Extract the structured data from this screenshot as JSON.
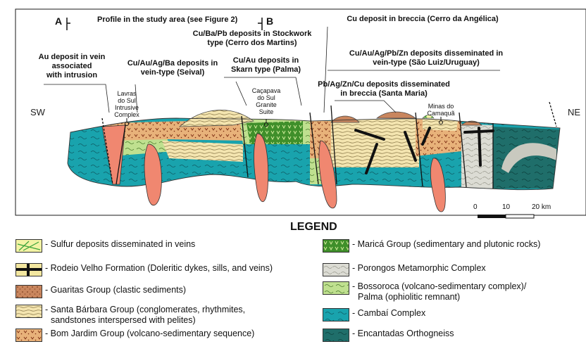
{
  "figure": {
    "profile_title": "Profile in the study area (see Figure 2)",
    "section_a": "A",
    "section_b": "B",
    "side_left": "SW",
    "side_right": "NE"
  },
  "annotations": {
    "au_vein": [
      "Au deposit in vein",
      "associated",
      "with intrusion"
    ],
    "seival": [
      "Cu/Au/Ag/Ba deposits in",
      "vein-type (Seival)"
    ],
    "stockwork": [
      "Cu/Ba/Pb deposits in Stockwork",
      "type (Cerro dos Martins)"
    ],
    "skarn": [
      "Cu/Au deposits in",
      "Skarn type (Palma)"
    ],
    "breccia_angelica": [
      "Cu deposit in breccia (Cerro da Angélica)"
    ],
    "sao_luiz": [
      "Cu/Au/Ag/Pb/Zn deposits disseminated in",
      "vein-type (São Luiz/Uruguay)"
    ],
    "santa_maria": [
      "Pb/Ag/Zn/Cu deposits disseminated",
      "in breccia (Santa Maria)"
    ]
  },
  "place_labels": {
    "lavras": [
      "Lavras",
      "do Sul",
      "Intrusive",
      "Complex"
    ],
    "cacapava": [
      "Caçapava",
      "do Sul",
      "Granite",
      "Suite"
    ],
    "minas": [
      "Minas do",
      "Camaquã"
    ]
  },
  "scale_bar": {
    "ticks": [
      "0",
      "10",
      "20 km"
    ]
  },
  "legend": {
    "title": "LEGEND",
    "items_left": [
      {
        "label": "- Sulfur deposits disseminated in veins",
        "color": "#f3f3a4"
      },
      {
        "label": "- Rodeio Velho Formation (Doleritic dykes, sills, and veins)",
        "color": "#f3e7a0"
      },
      {
        "label": "- Guaritas Group (clastic sediments)",
        "color": "#c9865e"
      },
      {
        "label": "- Santa Bárbara Group (conglomerates, rhythmites,",
        "label2": "sandstones interspersed with pelites)",
        "color": "#f4e5b0"
      },
      {
        "label": "- Bom Jardim Group (volcano-sedimentary sequence)",
        "color": "#e8b27a"
      }
    ],
    "items_right": [
      {
        "label": "- Maricá Group (sedimentary and plutonic rocks)",
        "color": "#3f8f2a"
      },
      {
        "label": "- Porongos Metamorphic Complex",
        "color": "#dcdcd4"
      },
      {
        "label": "- Bossoroca (volcano-sedimentary complex)/",
        "label2": "Palma (ophiolitic remnant)",
        "color": "#bfe08f"
      },
      {
        "label": "- Cambaí Complex",
        "color": "#19a3ad"
      },
      {
        "label": "- Encantadas Orthogneiss",
        "color": "#1f6e6a"
      }
    ]
  }
}
